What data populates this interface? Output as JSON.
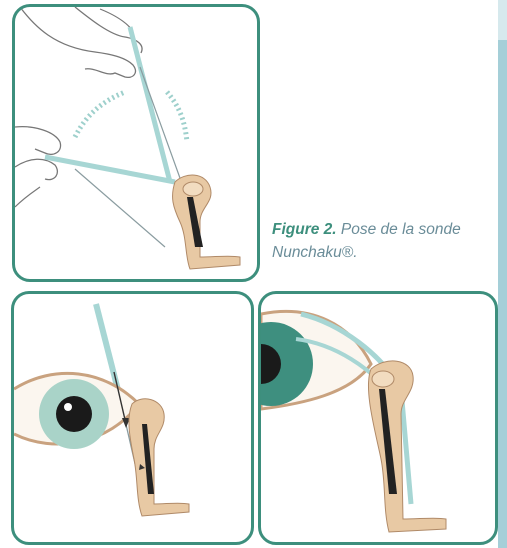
{
  "caption": {
    "label": "Figure 2.",
    "text": " Pose de la sonde Nunchaku®."
  },
  "colors": {
    "panel_border": "#3d8f7d",
    "caption_label": "#3d8f7d",
    "caption_text": "#6a8c98",
    "sidebar": "#a5cfd8",
    "tissue": "#e8c9a4",
    "probe": "#a7d6d4",
    "eye_iris": "#a9d3c8"
  },
  "icons": [
    "hands-illustration",
    "nasal-anatomy-illustration",
    "eye-illustration",
    "probe-illustration"
  ]
}
